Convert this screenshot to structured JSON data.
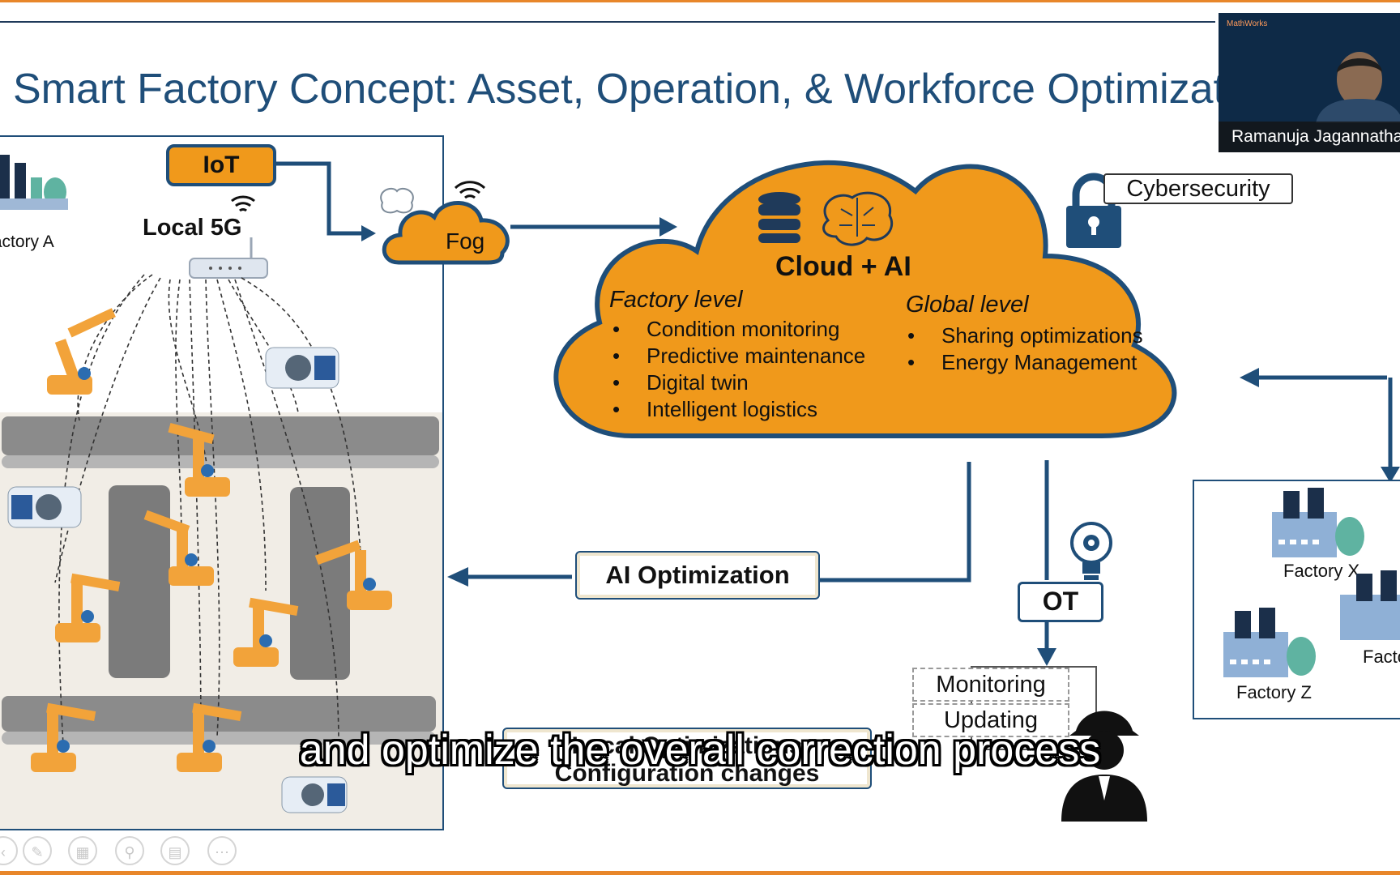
{
  "slide": {
    "title": "Smart Factory Concept: Asset, Operation, & Workforce Optimization",
    "iot_label": "IoT",
    "local5g_label": "Local 5G",
    "factory_a_label": "Factory A",
    "fog_label": "Fog",
    "cloud": {
      "title": "Cloud + AI",
      "factory_level": {
        "heading": "Factory level",
        "items": [
          "Condition monitoring",
          "Predictive maintenance",
          "Digital twin",
          "Intelligent logistics"
        ]
      },
      "global_level": {
        "heading": "Global level",
        "items": [
          "Sharing optimizations",
          "Energy Management"
        ]
      }
    },
    "cybersecurity_label": "Cybersecurity",
    "ai_optimization_label": "AI Optimization",
    "ot_label": "OT",
    "monitoring_label": "Monitoring",
    "updating_label": "Updating",
    "local_opt_label": "Local Optimizations",
    "config_label": "Configuration changes",
    "factories": [
      "Factory X",
      "Factory Y",
      "Factory Z"
    ]
  },
  "colors": {
    "accent_orange": "#f0991b",
    "navy": "#1f4e79",
    "top_bar": "#e8862a"
  },
  "video": {
    "participant_name": "Ramanuja Jagannathan",
    "brand": "MathWorks"
  },
  "caption": "and optimize the overall correction process",
  "toolbar_icons": [
    "pointer-icon",
    "pen-icon",
    "slides-icon",
    "zoom-icon",
    "subtitles-icon",
    "more-icon"
  ]
}
